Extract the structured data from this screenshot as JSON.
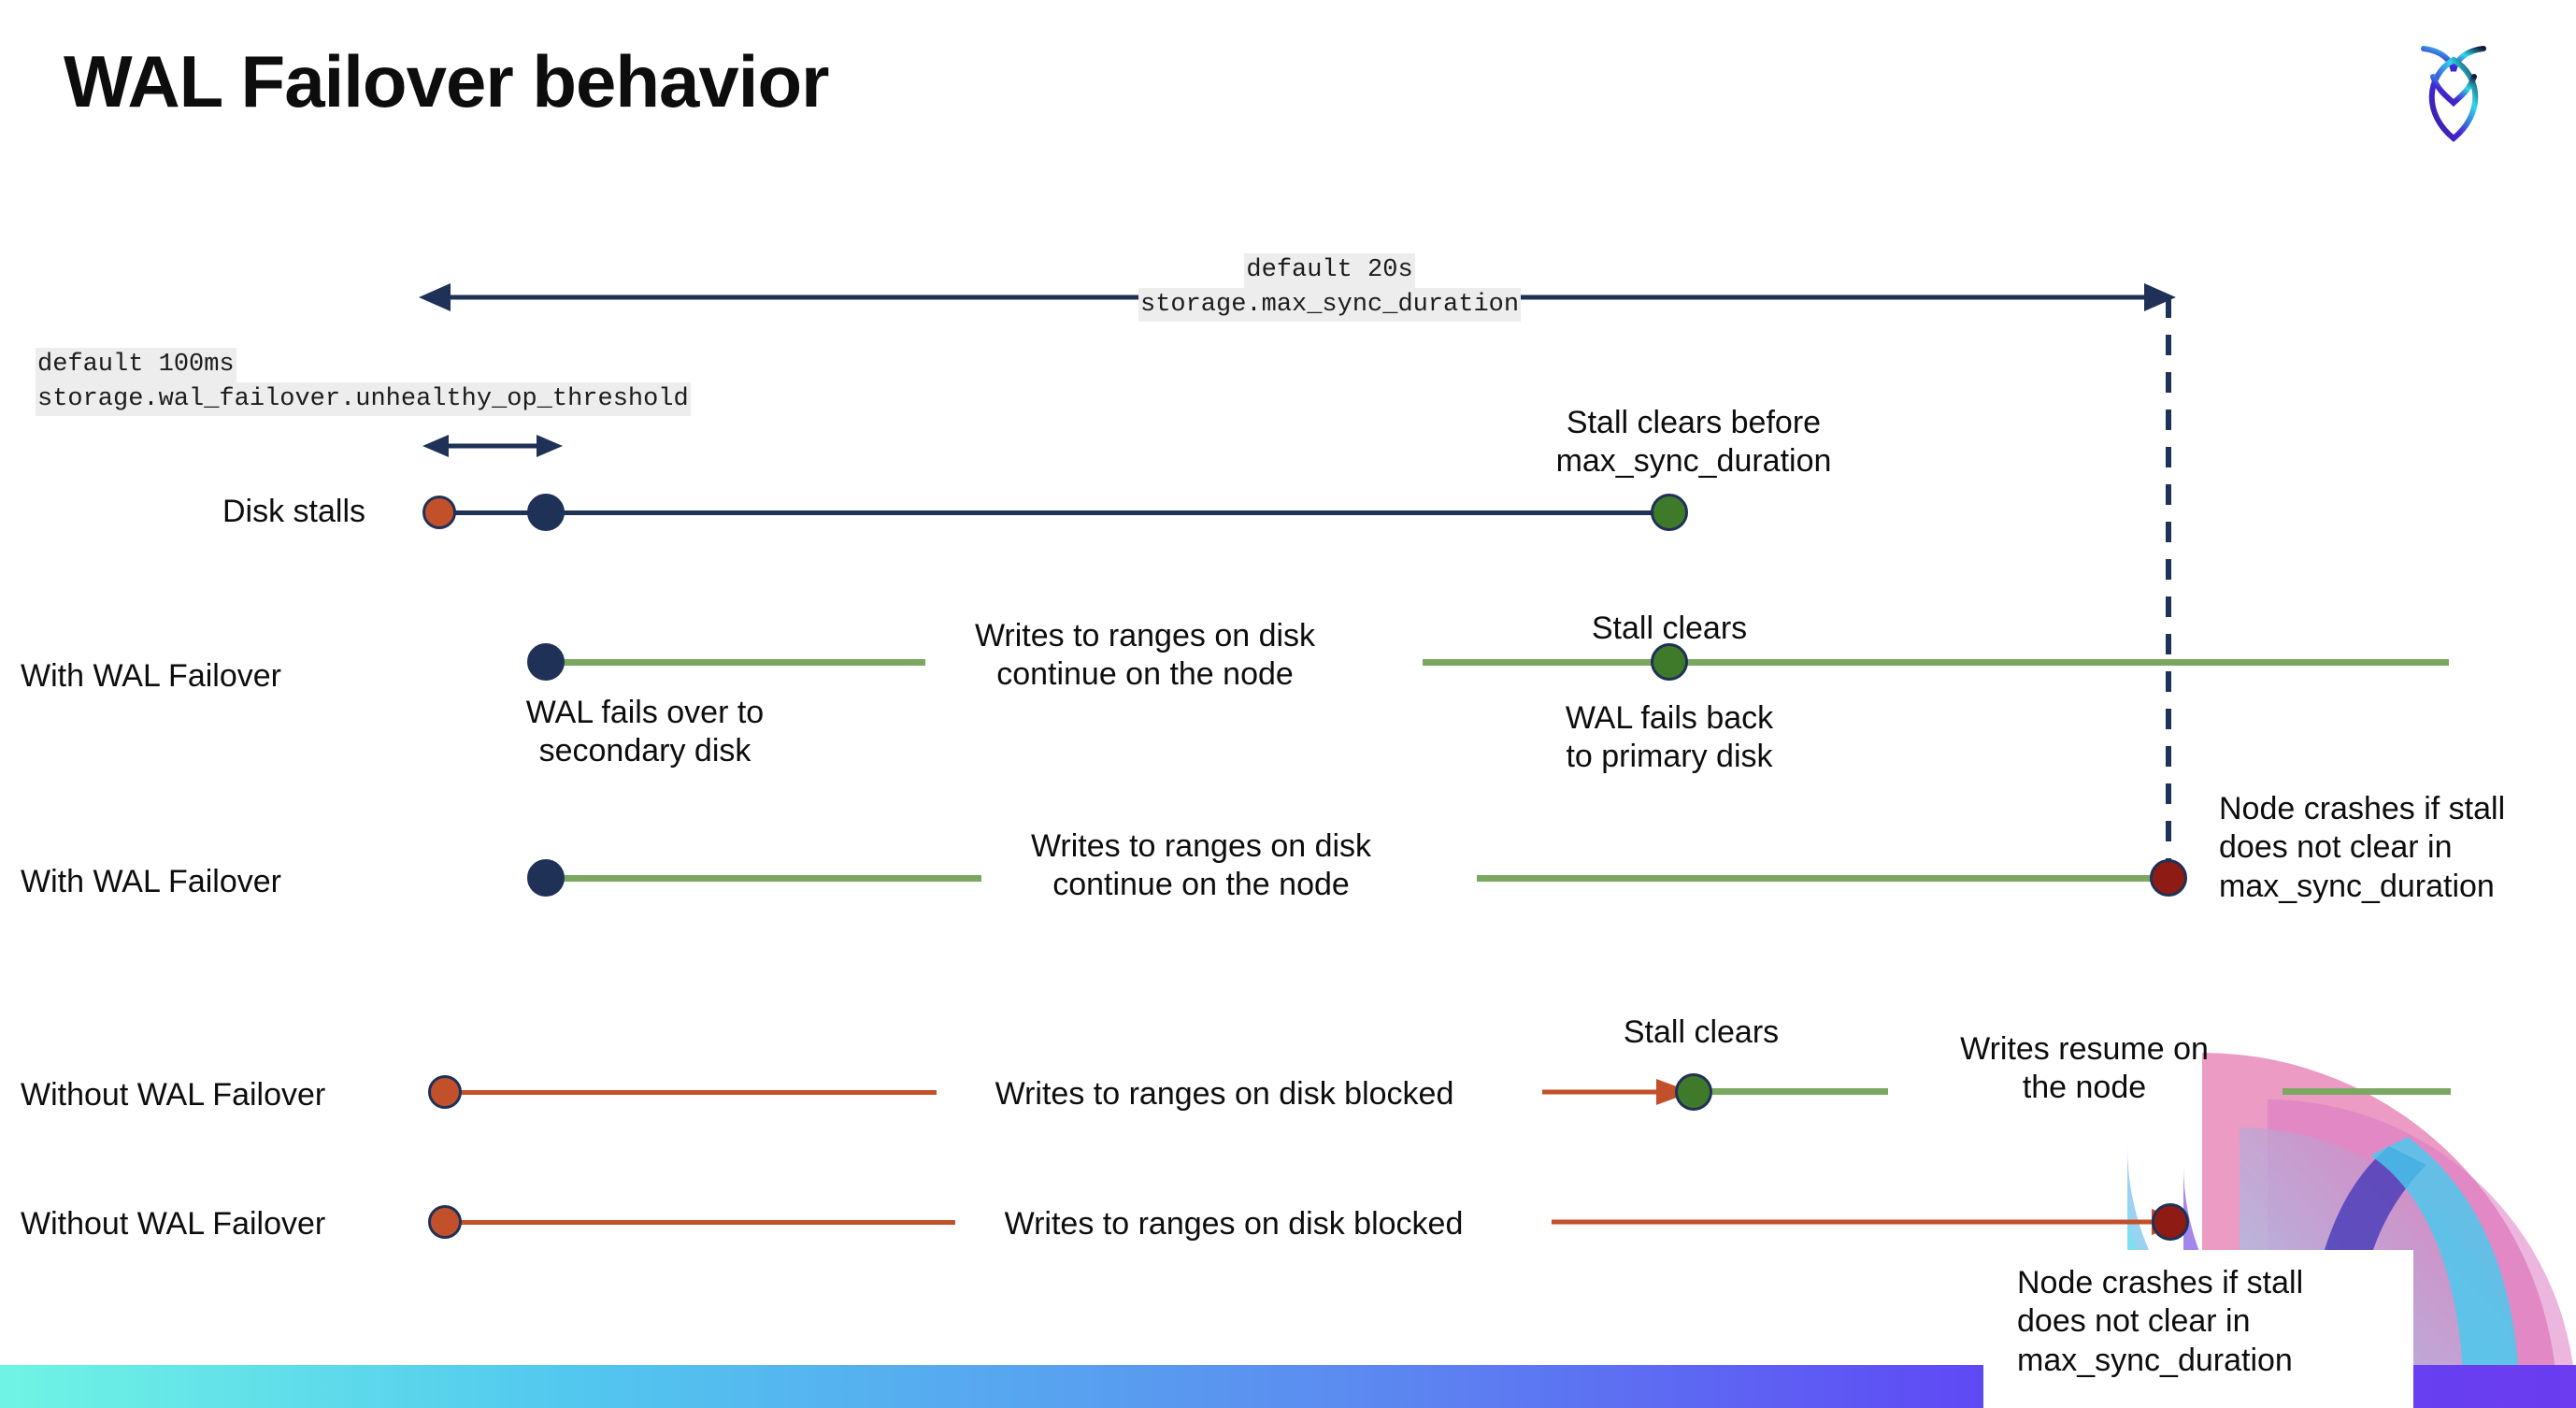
{
  "slide": {
    "title": "WAL Failover behavior",
    "logo": "cockroach-labs-logo"
  },
  "annotations": {
    "max_sync": {
      "default": "default 20s",
      "setting": "storage.max_sync_duration"
    },
    "unhealthy_op": {
      "default": "default 100ms",
      "setting": "storage.wal_failover.unhealthy_op_threshold"
    }
  },
  "rows": [
    {
      "id": "disk-stalls",
      "label": "Disk stalls",
      "note_right": "Stall clears before\nmax_sync_duration"
    },
    {
      "id": "with-wal-failover-clears",
      "label": "With WAL Failover",
      "note_start": "WAL fails over to\nsecondary disk",
      "note_mid": "Writes to ranges on disk\ncontinue on the node",
      "note_clear": "Stall clears",
      "note_clear_sub": "WAL fails  back\nto primary disk"
    },
    {
      "id": "with-wal-failover-crash",
      "label": "With WAL Failover",
      "note_mid": "Writes to ranges on disk\ncontinue on the node",
      "note_crash": "Node crashes if stall\ndoes not clear in\nmax_sync_duration"
    },
    {
      "id": "without-wal-failover-clears",
      "label": "Without WAL Failover",
      "note_mid": "Writes to ranges on disk  blocked",
      "note_clear": "Stall clears",
      "note_resume": "Writes resume on\nthe node"
    },
    {
      "id": "without-wal-failover-crash",
      "label": "Without WAL Failover",
      "note_mid": "Writes to ranges on disk  blocked",
      "note_crash": "Node crashes if stall\ndoes not clear in\nmax_sync_duration"
    }
  ],
  "colors": {
    "navy": "#1f3157",
    "green_line": "#7ba860",
    "green_dot": "#3f7a2b",
    "red_line": "#c2502b",
    "red_dot": "#c2502b",
    "dark_red_dot": "#8f1b15",
    "code_bg": "#ededed",
    "bar_gradient_start": "#6ff4e4",
    "bar_gradient_end": "#6b3cf0"
  }
}
